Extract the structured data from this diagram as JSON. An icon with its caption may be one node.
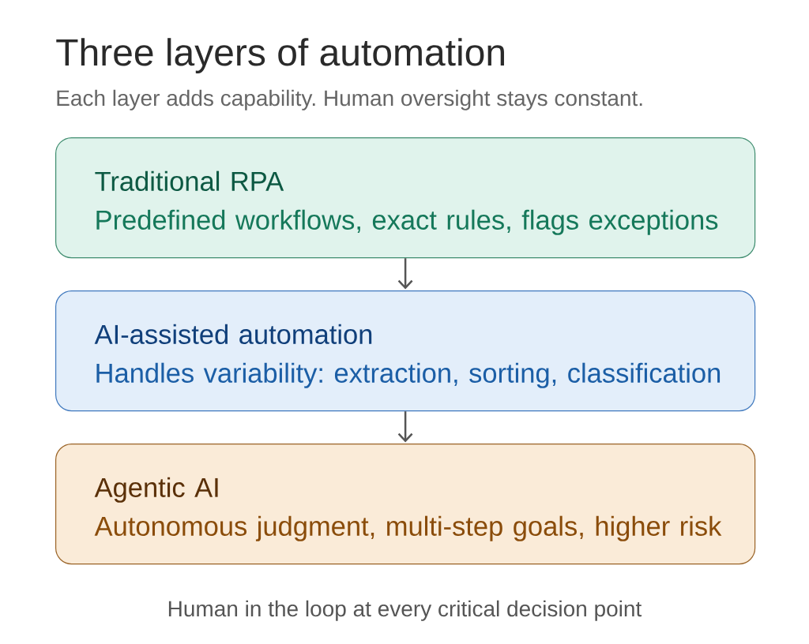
{
  "diagram": {
    "title": "Three layers of automation",
    "caption": "Human in the loop at every critical decision point",
    "nodes": [
      {
        "text": [
          "Traditional RPA",
          "Predefined workflows, exact rules, flags exceptions"
        ]
      },
      {
        "text": [
          "AI-assisted automation",
          "Handles variability: extraction, sorting, classification"
        ]
      },
      {
        "text": [
          "Agentic AI",
          "Autonomous judgment, multi-step goals, higher risk"
        ]
      }
    ],
    "edges": [
      {
        "from": 0,
        "to": 1,
        "arrow": "to"
      },
      {
        "from": 1,
        "to": 2,
        "arrow": "to"
      }
    ],
    "labels": [
      "Each layer adds capability. Human oversight stays constant."
    ]
  }
}
